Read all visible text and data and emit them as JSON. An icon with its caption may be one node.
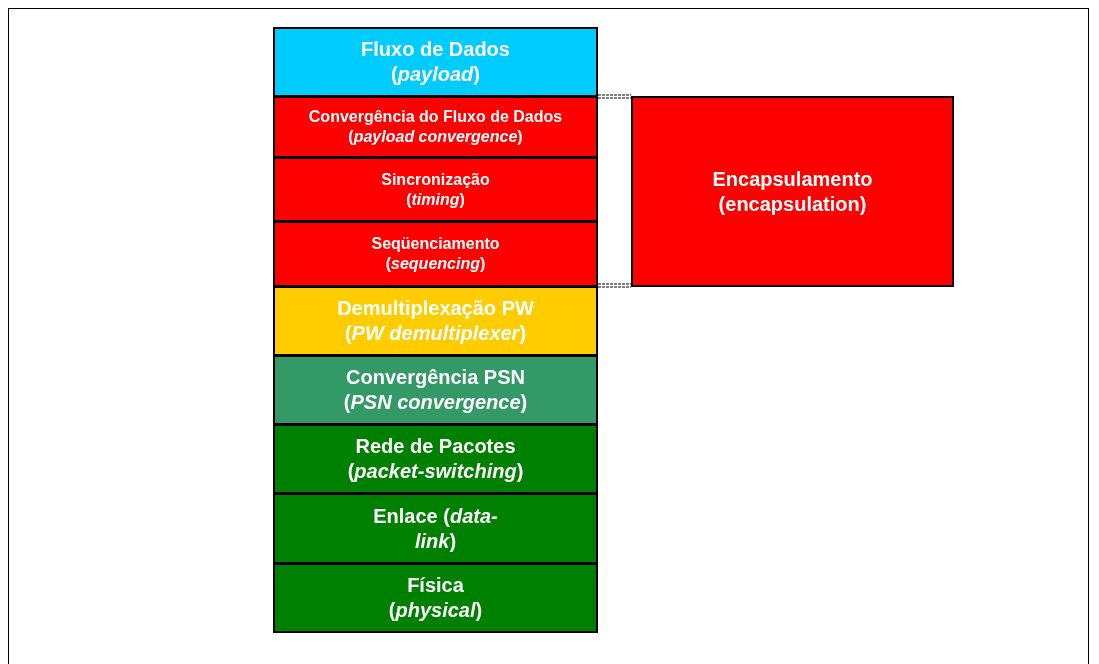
{
  "diagram": {
    "nodes": [
      {
        "text": [
          "Fluxo de Dados (*payload*)"
        ]
      },
      {
        "text": [
          "Convergência do Fluxo de Dados (*payload convergence*)"
        ]
      },
      {
        "text": [
          "Sincronização (*timing*)"
        ]
      },
      {
        "text": [
          "Seqüenciamento (*sequencing*)"
        ]
      },
      {
        "text": [
          "Demultiplexação PW (*PW demultiplexer*)"
        ]
      },
      {
        "text": [
          "Convergência PSN (*PSN convergence*)"
        ]
      },
      {
        "text": [
          "Rede de Pacotes (*packet-switching*)"
        ]
      },
      {
        "text": [
          "Enlace (*data-link*)"
        ]
      },
      {
        "text": [
          "Física (*physical*)"
        ]
      },
      {
        "text": [
          "Encapsulamento (encapsulation)"
        ]
      }
    ],
    "edges": [
      {
        "from": 1,
        "to": 9,
        "arrow": "none",
        "style": "dashed"
      },
      {
        "from": 3,
        "to": 9,
        "arrow": "none",
        "style": "dashed"
      }
    ]
  }
}
